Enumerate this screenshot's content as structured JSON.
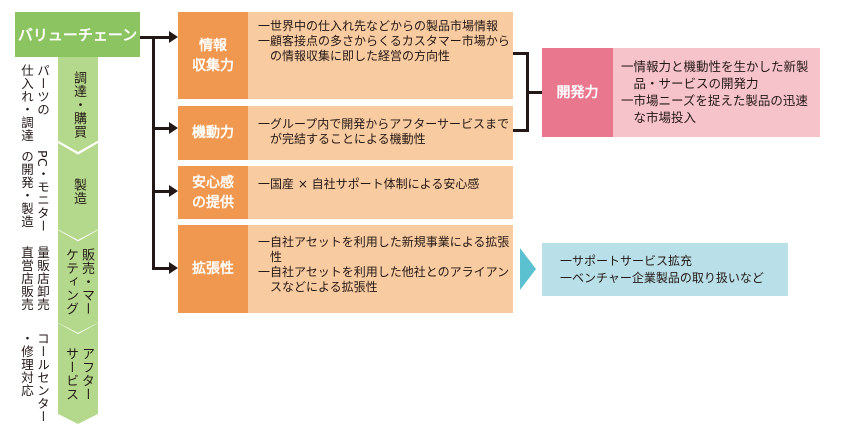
{
  "value_chain": {
    "title": "バリューチェーン",
    "stages": [
      {
        "label_lines": [
          "調達・購買"
        ],
        "side_lines": [
          "パーツの",
          "仕入れ・調達"
        ]
      },
      {
        "label_lines": [
          "製造"
        ],
        "side_lines": [
          "PC・モニター",
          "の開発・製造"
        ]
      },
      {
        "label_lines": [
          "販売・マー",
          "ケティング"
        ],
        "side_lines": [
          "量販店卸売",
          "直営店販売"
        ]
      },
      {
        "label_lines": [
          "アフター",
          "サービス"
        ],
        "side_lines": [
          "コールセンター",
          "・修理対応"
        ]
      }
    ]
  },
  "strengths": [
    {
      "label": "情報\n収集力",
      "label_lines": [
        "情報",
        "収集力"
      ],
      "items": [
        "一世界中の仕入れ先などからの製品市場情報",
        "一顧客接点の多さからくるカスタマー市場からの情報収集に即した経営の方向性"
      ]
    },
    {
      "label_lines": [
        "機動力"
      ],
      "items": [
        "一グループ内で開発からアフターサービスまでが完結することによる機動性"
      ]
    },
    {
      "label_lines": [
        "安心感",
        "の提供"
      ],
      "items": [
        "一国産 × 自社サポート体制による安心感"
      ]
    },
    {
      "label_lines": [
        "拡張性"
      ],
      "items": [
        "一自社アセットを利用した新規事業による拡張性",
        "一自社アセットを利用した他社とのアライアンスなどによる拡張性"
      ]
    }
  ],
  "development": {
    "label": "開発力",
    "items": [
      "一情報力と機動性を生かした新製品・サービスの開発力",
      "一市場ニーズを捉えた製品の迅速な市場投入"
    ]
  },
  "expansion": {
    "items": [
      "一サポートサービス拡充",
      "一ベンチャー企業製品の取り扱いなど"
    ]
  },
  "colors": {
    "green": "#8dc462",
    "light_green": "#b5d98c",
    "orange": "#f0984f",
    "peach": "#f9cba0",
    "pink": "#e9788f",
    "light_pink": "#f7c3cb",
    "cyan": "#5bc0cf",
    "light_blue": "#b9e0e8"
  }
}
